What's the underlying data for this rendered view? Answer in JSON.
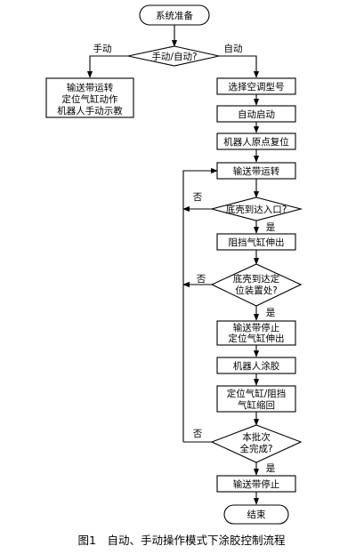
{
  "nodes": {
    "start": "系统准备",
    "mode_decision": "手动/自动?",
    "manual_line1": "输送带运转",
    "manual_line2": "定位气缸动作",
    "manual_line3": "机器人手动示教",
    "select_model": "选择空调型号",
    "auto_start": "自动启动",
    "robot_home": "机器人原点复位",
    "conveyor_run": "输送带运转",
    "shell_entry_decision": "底壳到达入口?",
    "stop_cylinder_extend": "阻挡气缸伸出",
    "position_decision_line1": "底壳到达定",
    "position_decision_line2": "位装置处?",
    "conveyor_stop_line1": "输送带停止",
    "conveyor_stop_line2": "定位气缸伸出",
    "robot_glue": "机器人涂胶",
    "retract_line1": "定位气缸/阻挡",
    "retract_line2": "气缸缩回",
    "batch_decision_line1": "本批次",
    "batch_decision_line2": "全完成?",
    "conveyor_stop_final": "输送带停止",
    "end": "结束"
  },
  "labels": {
    "manual": "手动",
    "auto": "自动",
    "yes": "是",
    "no": "否"
  },
  "caption": "图1　自动、手动操作模式下涂胶控制流程"
}
